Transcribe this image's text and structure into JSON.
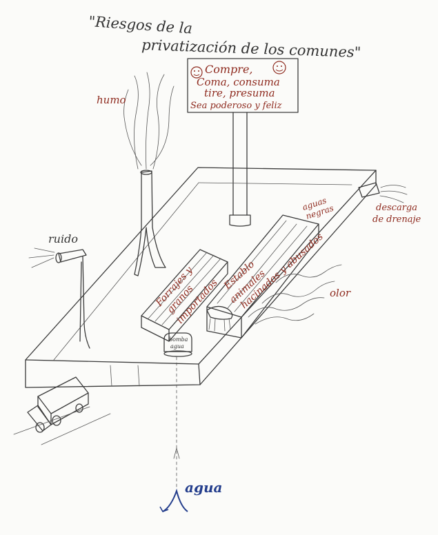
{
  "title": {
    "line1": "\"Riesgos de la",
    "line2": "privatización de los comunes\""
  },
  "billboard": {
    "line1": "Compre,",
    "line2": "Coma, consuma",
    "line3": "tire, presuma",
    "line4": "Sea poderoso y feliz",
    "icon_left": "smiley-face-icon",
    "icon_right": "smiley-face-icon"
  },
  "labels": {
    "humo": "humo",
    "ruido": "ruido",
    "aguas_negras_1": "aguas",
    "aguas_negras_2": "negras",
    "descarga_1": "descarga",
    "descarga_2": "de drenaje",
    "forrajes_1": "Forrajes y",
    "forrajes_2": "granos",
    "forrajes_3": "importados",
    "establo_1": "Establo",
    "establo_2": "animales",
    "establo_3": "hacinados y abusados",
    "olor": "olor",
    "bomba_1": "bomba",
    "bomba_2": "agua",
    "agua": "agua"
  },
  "colors": {
    "pencil": "#3a3a3a",
    "red_ink": "#8e2a1e",
    "blue_ink": "#233d8c",
    "paper": "#fbfbf9"
  }
}
